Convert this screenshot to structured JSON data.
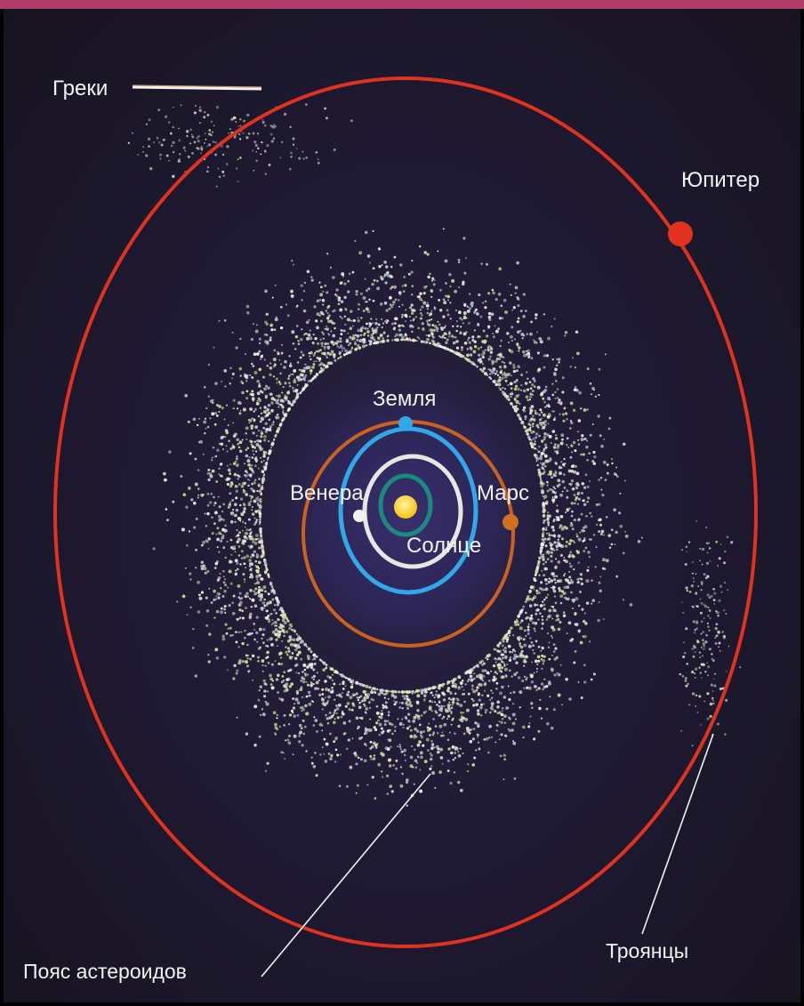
{
  "diagram": {
    "labels": {
      "greeks": "Греки",
      "jupiter": "Юпитер",
      "earth": "Земля",
      "venus": "Венера",
      "mars": "Марс",
      "sun": "Солнце",
      "asteroid_belt": "Пояс астероидов",
      "trojans": "Троянцы"
    },
    "colors": {
      "background": "#1f1a33",
      "top_bar": "#b03a68",
      "jupiter": "#e0321e",
      "mars": "#c8621e",
      "earth": "#33a8e8",
      "venus": "#e8e6e0",
      "mercury": "#1a8a80",
      "sun": "#f5d21a",
      "asteroids": "#e8e4d8"
    }
  }
}
